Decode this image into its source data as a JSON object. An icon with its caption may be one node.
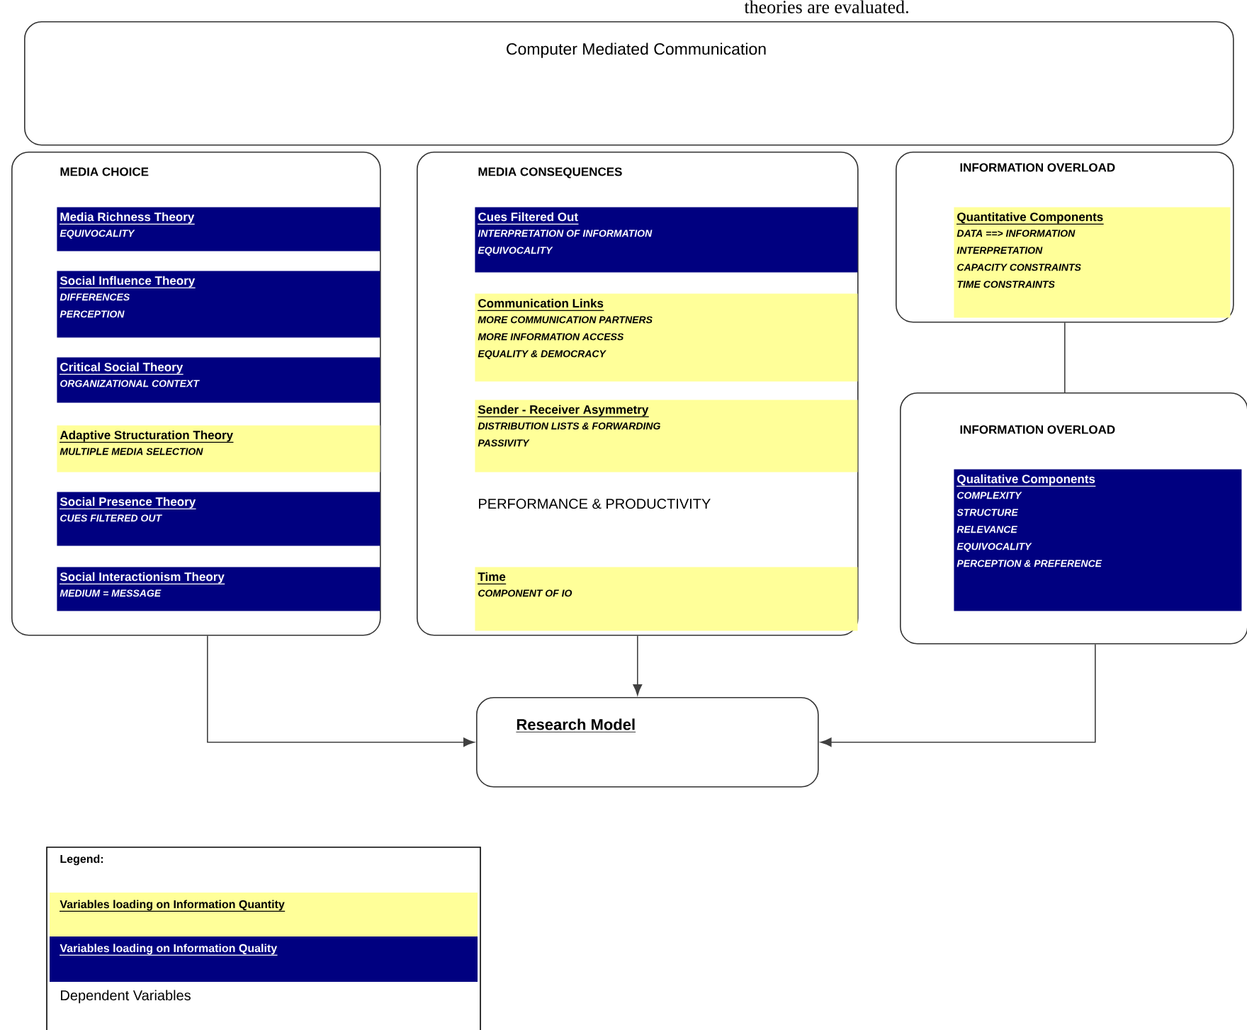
{
  "diagram": {
    "nodes": [
      {
        "text": [
          "Computer Mediated Communication"
        ]
      },
      {
        "text": [
          "MEDIA CHOICE"
        ]
      },
      {
        "text": [
          "Media Richness Theory",
          "EQUIVOCALITY"
        ],
        "in": 1
      },
      {
        "text": [
          "Social Influence Theory",
          "DIFFERENCES",
          "PERCEPTION"
        ],
        "in": 1
      },
      {
        "text": [
          "Critical Social Theory",
          "ORGANIZATIONAL CONTEXT"
        ],
        "in": 1
      },
      {
        "text": [
          "Adaptive Structuration Theory",
          "MULTIPLE MEDIA SELECTION"
        ],
        "in": 1
      },
      {
        "text": [
          "Social Presence Theory",
          "CUES FILTERED OUT"
        ],
        "in": 1
      },
      {
        "text": [
          "Social Interactionism Theory",
          "MEDIUM = MESSAGE"
        ],
        "in": 1
      },
      {
        "text": [
          "MEDIA CONSEQUENCES"
        ]
      },
      {
        "text": [
          "Cues Filtered Out",
          "INTERPRETATION OF INFORMATION",
          "EQUIVOCALITY"
        ],
        "in": 8
      },
      {
        "text": [
          "Communication Links",
          "MORE COMMUNICATION PARTNERS",
          "MORE INFORMATION ACCESS",
          "EQUALITY & DEMOCRACY"
        ],
        "in": 8
      },
      {
        "text": [
          "Sender - Receiver Asymmetry",
          "DISTRIBUTION LISTS & FORWARDING",
          "PASSIVITY"
        ],
        "in": 8
      },
      {
        "text": [
          "PERFORMANCE & PRODUCTIVITY"
        ],
        "in": 8
      },
      {
        "text": [
          "Time",
          "COMPONENT OF IO"
        ],
        "in": 8
      },
      {
        "text": [
          "INFORMATION OVERLOAD"
        ]
      },
      {
        "text": [
          "Quantitative Components",
          "DATA ==> INFORMATION",
          "INTERPRETATION",
          "CAPACITY CONSTRAINTS",
          "TIME CONSTRAINTS"
        ],
        "in": 14
      },
      {
        "text": [
          "INFORMATION OVERLOAD"
        ]
      },
      {
        "text": [
          "Qualitative Components",
          "COMPLEXITY",
          "STRUCTURE",
          "RELEVANCE",
          "EQUIVOCALITY",
          "PERCEPTION & PREFERENCE"
        ],
        "in": 16
      },
      {
        "text": [
          "Research Model"
        ]
      }
    ],
    "edges": [
      {
        "from": 1,
        "to": 18,
        "arrow": "to"
      },
      {
        "from": 8,
        "to": 18,
        "arrow": "to"
      },
      {
        "from": 16,
        "to": 18,
        "arrow": "to"
      },
      {
        "from": 14,
        "to": 16,
        "arrow": "none"
      }
    ],
    "labels": [
      "theories are evaluated.",
      "Legend:"
    ],
    "legend": [
      {
        "text": "Variables loading on Information Quantity",
        "color": "#ffff99"
      },
      {
        "text": "Variables loading on Information Quality",
        "color": "#000080"
      },
      {
        "text": "Dependent Variables"
      }
    ]
  }
}
